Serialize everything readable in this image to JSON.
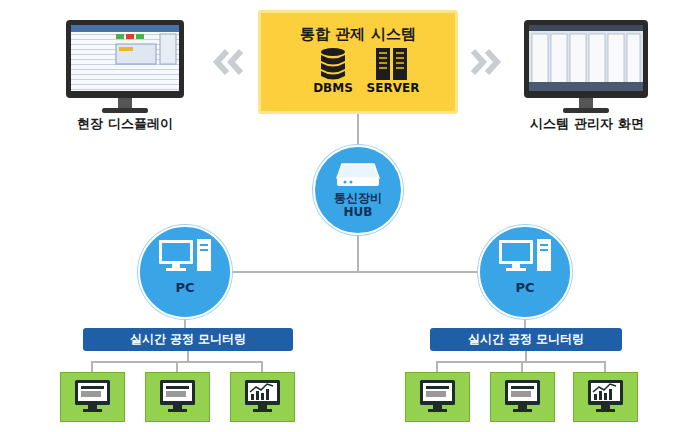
{
  "diagram": {
    "nodes": [
      {
        "text": [
          "통합 관제 시스템"
        ]
      },
      {
        "text": [
          "현장 디스플레이"
        ]
      },
      {
        "text": [
          "시스템 관리자 화면"
        ]
      },
      {
        "text": [
          "통신장비 HUB"
        ]
      },
      {
        "text": [
          "PC"
        ]
      },
      {
        "text": [
          "PC"
        ]
      },
      {
        "text": [
          "실시간 공정 모니터링"
        ]
      },
      {
        "text": [
          "실시간 공정 모니터링"
        ]
      }
    ],
    "edges": [
      {
        "from": 0,
        "to": 1,
        "arrow": "to"
      },
      {
        "from": 0,
        "to": 2,
        "arrow": "to"
      },
      {
        "from": 0,
        "to": 3,
        "arrow": "none"
      },
      {
        "from": 3,
        "to": 4,
        "arrow": "none"
      },
      {
        "from": 3,
        "to": 5,
        "arrow": "none"
      },
      {
        "from": 4,
        "to": 6,
        "arrow": "none"
      },
      {
        "from": 5,
        "to": 7,
        "arrow": "none"
      }
    ],
    "labels": [
      "DBMS",
      "SERVER"
    ]
  }
}
